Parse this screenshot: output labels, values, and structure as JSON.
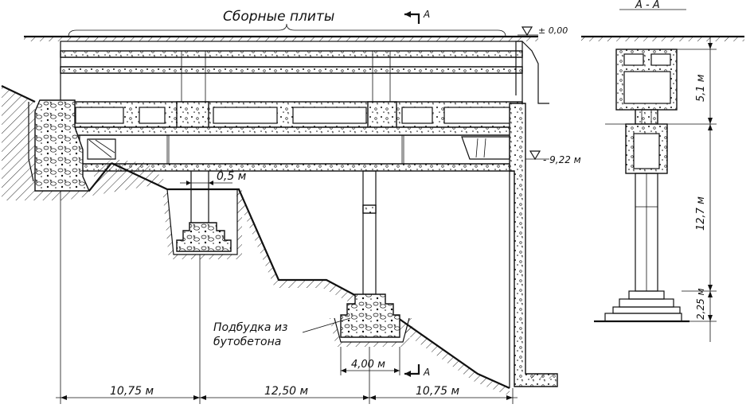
{
  "labels": {
    "slabs": "Сборные плиты",
    "level_top": "± 0,00",
    "level_bottom": "- 9,22 м",
    "gap": "0,5 м",
    "rubble_line1": "Подбудка из",
    "rubble_line2": "бутобетона",
    "footing_width": "4,00 м",
    "span_left": "10,75 м",
    "span_middle": "12,50 м",
    "span_right": "10,75 м",
    "section_mark_top": "А",
    "section_mark_bottom": "А",
    "section_title": "А - А",
    "height_top": "5,1 м",
    "height_middle": "12,7 м",
    "height_bottom": "2,25 м"
  }
}
